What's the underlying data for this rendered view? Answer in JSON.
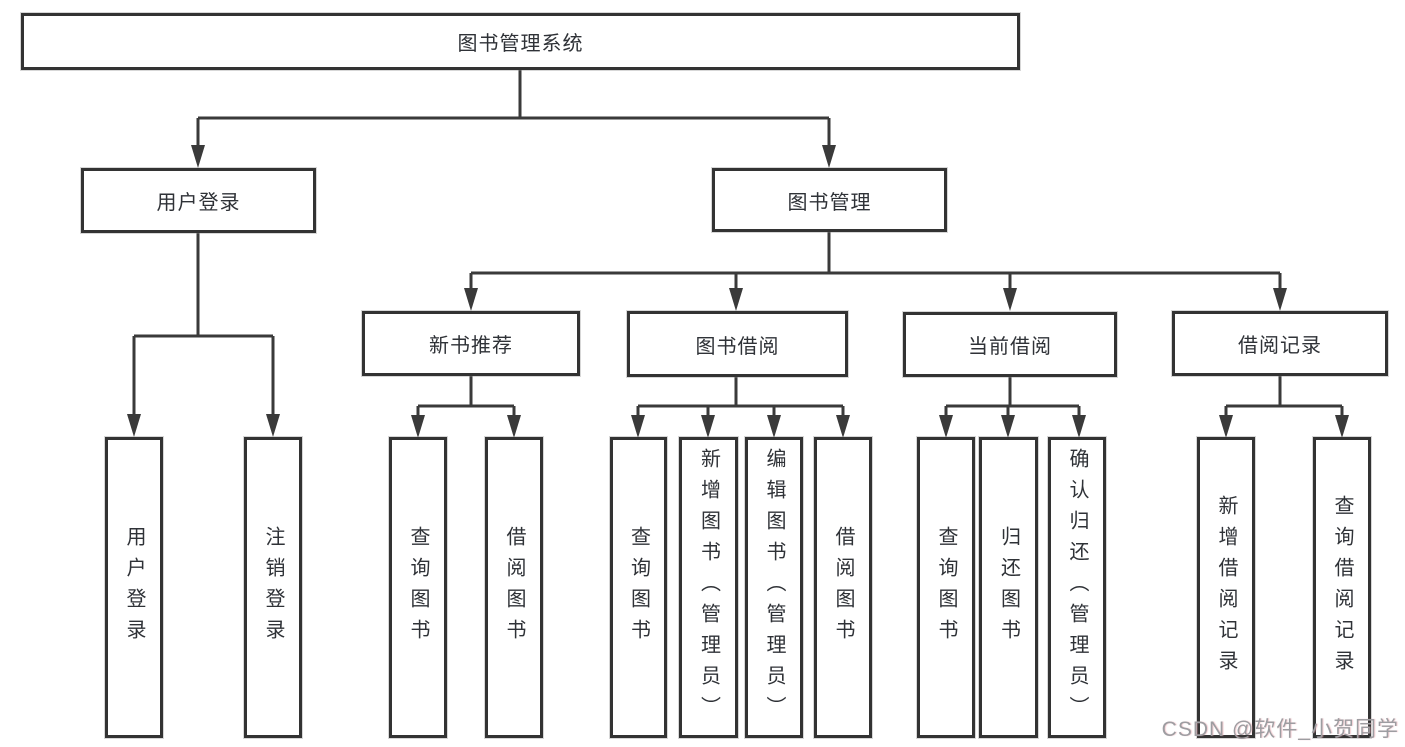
{
  "diagram": {
    "root": {
      "label": "图书管理系统"
    },
    "level1": [
      {
        "label": "用户登录"
      },
      {
        "label": "图书管理"
      }
    ],
    "level2": [
      {
        "label": "新书推荐"
      },
      {
        "label": "图书借阅"
      },
      {
        "label": "当前借阅"
      },
      {
        "label": "借阅记录"
      }
    ],
    "leaves": [
      {
        "parent": "用户登录",
        "label": "用户登录"
      },
      {
        "parent": "用户登录",
        "label": "注销登录"
      },
      {
        "parent": "新书推荐",
        "label": "查询图书"
      },
      {
        "parent": "新书推荐",
        "label": "借阅图书"
      },
      {
        "parent": "图书借阅",
        "label": "查询图书"
      },
      {
        "parent": "图书借阅",
        "label": "新增图书（管理员）"
      },
      {
        "parent": "图书借阅",
        "label": "编辑图书（管理员）"
      },
      {
        "parent": "图书借阅",
        "label": "借阅图书"
      },
      {
        "parent": "当前借阅",
        "label": "查询图书"
      },
      {
        "parent": "当前借阅",
        "label": "归还图书"
      },
      {
        "parent": "当前借阅",
        "label": "确认归还（管理员）"
      },
      {
        "parent": "借阅记录",
        "label": "新增借阅记录"
      },
      {
        "parent": "借阅记录",
        "label": "查询借阅记录"
      }
    ]
  },
  "watermark": {
    "text": "CSDN @软件_小贺同学"
  },
  "colors": {
    "line": "#3a3a3a",
    "box_border": "#333333",
    "text": "#2f3237",
    "watermark": "#9d9da1",
    "background": "#ffffff"
  }
}
